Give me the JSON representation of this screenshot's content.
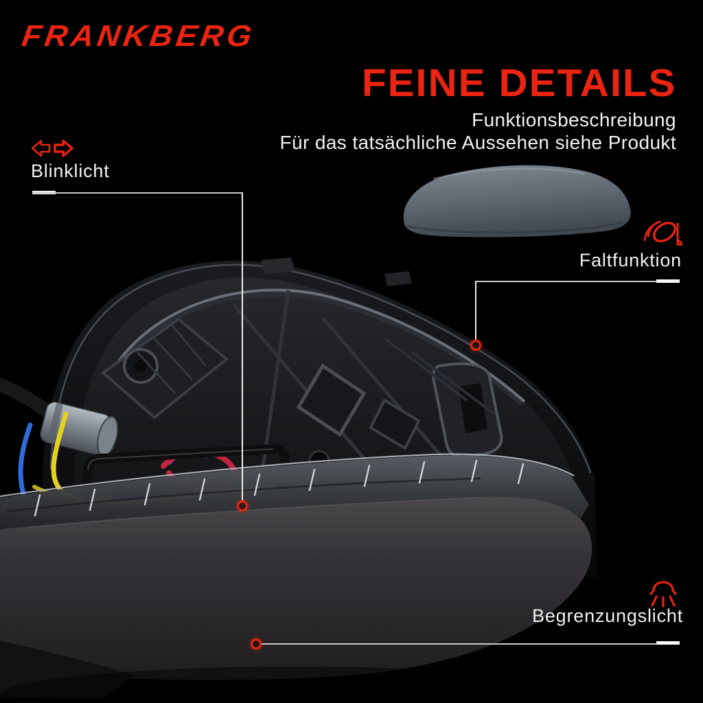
{
  "colors": {
    "background": "#000000",
    "accent_red": "#ea2410",
    "text_white": "#f2f2f2",
    "callout_line": "#c9c9c9",
    "cap_gray": "#6a717b"
  },
  "brand": {
    "logo_text": "FRANKBERG"
  },
  "header": {
    "title": "FEINE DETAILS",
    "subtitle_line1": "Funktionsbeschreibung",
    "subtitle_line2": "Für das tatsächliche Aussehen siehe Produkt"
  },
  "callouts": {
    "blinklicht": {
      "label": "Blinklicht",
      "icon": "turn-signal-arrows-icon"
    },
    "faltfunktion": {
      "label": "Faltfunktion",
      "icon": "mirror-fold-icon"
    },
    "begrenzungslicht": {
      "label": "Begrenzungslicht",
      "icon": "position-light-icon"
    }
  },
  "product": {
    "main_photo": "disassembled-side-mirror-assembly",
    "secondary_photo": "mirror-cover-cap"
  }
}
